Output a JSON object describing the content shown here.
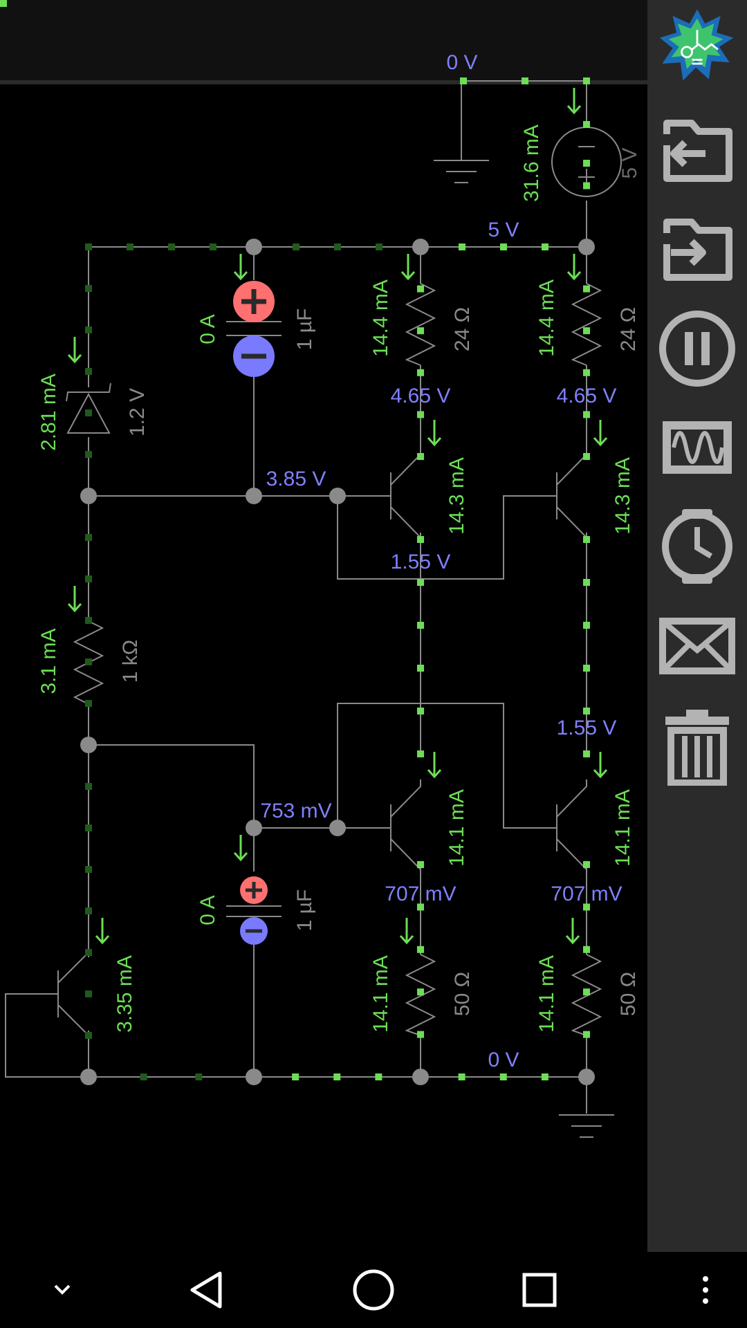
{
  "colors": {
    "wire": "#8a8a8a",
    "node": "#8a8a8a",
    "current": "#6cde55",
    "voltage": "#8080ff",
    "component": "#8a8a8a",
    "cap_positive": "#ff7070",
    "cap_negative": "#7a7aff",
    "toolbar_bg": "#2b2b2b",
    "toolbar_icon": "#b3b3b3"
  },
  "toolbar": {
    "icons": [
      "circuit-logo-icon",
      "export-icon",
      "import-icon",
      "pause-icon",
      "scope-icon",
      "clock-icon",
      "mail-icon",
      "trash-icon"
    ]
  },
  "nav": {
    "icons": [
      "chevron-down-icon",
      "back-icon",
      "home-icon",
      "recents-icon",
      "more-vert-icon"
    ]
  },
  "voltages": {
    "top_gnd": "0 V",
    "rail_5v": "5 V",
    "source_label": "5 V",
    "q1_collector": "4.65 V",
    "q2_collector": "4.65 V",
    "q1_base": "3.85 V",
    "emitter_node": "1.55 V",
    "q4_collector": "1.55 V",
    "q3_base": "753 mV",
    "q3_emitter": "707 mV",
    "q4_emitter": "707 mV",
    "bottom_gnd": "0 V"
  },
  "currents": {
    "source": "31.6 mA",
    "r_top_left": "14.4 mA",
    "r_top_right": "14.4 mA",
    "cap_top": "0 A",
    "zener": "2.81 mA",
    "q1": "14.3 mA",
    "q2": "14.3 mA",
    "r_1k": "3.1 mA",
    "q3": "14.1 mA",
    "q4": "14.1 mA",
    "cap_bottom": "0 A",
    "q5": "3.35 mA",
    "r_bot_left": "14.1 mA",
    "r_bot_right": "14.1 mA"
  },
  "values": {
    "r_top_left": "24 Ω",
    "r_top_right": "24 Ω",
    "cap_top": "1 µF",
    "zener": "1.2 V",
    "r_1k": "1 kΩ",
    "cap_bottom": "1 µF",
    "r_bot_left": "50 Ω",
    "r_bot_right": "50 Ω"
  }
}
